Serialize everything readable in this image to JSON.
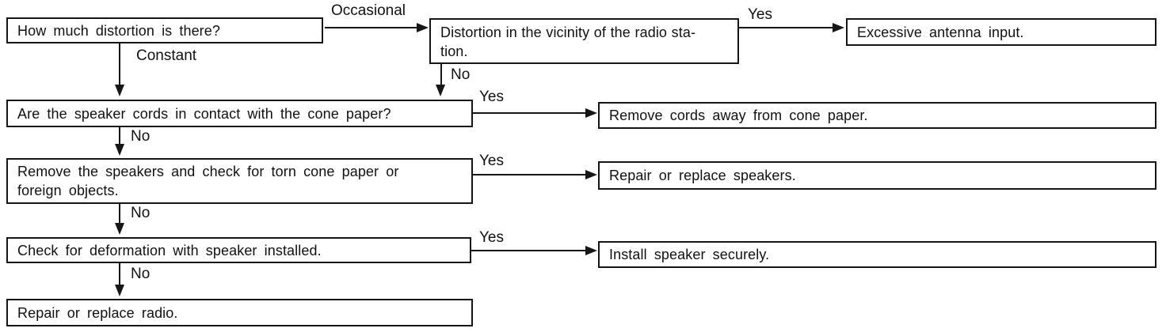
{
  "diagram": {
    "type": "flowchart",
    "topic": "Radio distortion troubleshooting",
    "colors": {
      "background": "#ffffff",
      "line": "#161616",
      "text": "#111111"
    },
    "nodes": [
      {
        "id": "how-much-distortion",
        "text": "How much distortion is there?"
      },
      {
        "id": "distortion-vicinity",
        "text": "Distortion in the vicinity of the radio sta-\ntion."
      },
      {
        "id": "excessive-antenna",
        "text": "Excessive antenna input."
      },
      {
        "id": "speaker-cords-contact",
        "text": "Are the speaker cords in contact with the cone paper?"
      },
      {
        "id": "remove-cords",
        "text": "Remove cords away from cone paper."
      },
      {
        "id": "check-torn-cone",
        "text": "Remove the speakers and check for torn cone paper or\nforeign objects."
      },
      {
        "id": "repair-speakers",
        "text": "Repair or replace speakers."
      },
      {
        "id": "check-deformation",
        "text": "Check for deformation with speaker installed."
      },
      {
        "id": "install-speaker",
        "text": "Install speaker securely."
      },
      {
        "id": "repair-radio",
        "text": "Repair or replace radio."
      }
    ],
    "edges": [
      {
        "from": "how-much-distortion",
        "to": "distortion-vicinity",
        "label": "Occasional"
      },
      {
        "from": "how-much-distortion",
        "to": "speaker-cords-contact",
        "label": "Constant"
      },
      {
        "from": "distortion-vicinity",
        "to": "excessive-antenna",
        "label": "Yes"
      },
      {
        "from": "distortion-vicinity",
        "to": "speaker-cords-contact",
        "label": "No"
      },
      {
        "from": "speaker-cords-contact",
        "to": "remove-cords",
        "label": "Yes"
      },
      {
        "from": "speaker-cords-contact",
        "to": "check-torn-cone",
        "label": "No"
      },
      {
        "from": "check-torn-cone",
        "to": "repair-speakers",
        "label": "Yes"
      },
      {
        "from": "check-torn-cone",
        "to": "check-deformation",
        "label": "No"
      },
      {
        "from": "check-deformation",
        "to": "install-speaker",
        "label": "Yes"
      },
      {
        "from": "check-deformation",
        "to": "repair-radio",
        "label": "No"
      }
    ]
  }
}
